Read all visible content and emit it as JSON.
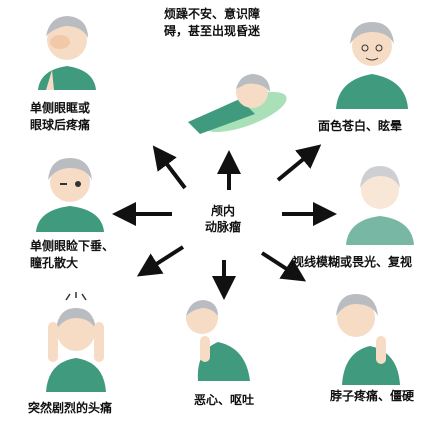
{
  "center": {
    "line1": "颅内",
    "line2": "动脉瘤"
  },
  "symptoms": {
    "top": {
      "line1": "烦躁不安、意识障",
      "line2": "碍，甚至出现昏迷"
    },
    "upper_left": {
      "line1": "单侧眼眶或",
      "line2": "眼球后疼痛"
    },
    "upper_right": {
      "line1": "面色苍白、眩晕"
    },
    "left": {
      "line1": "单侧眼睑下垂、",
      "line2": "瞳孔散大"
    },
    "right": {
      "line1": "视线模糊或畏光、复视"
    },
    "bottom_left": {
      "line1": "突然剧烈的头痛"
    },
    "bottom": {
      "line1": "恶心、呕吐"
    },
    "bottom_right": {
      "line1": "脖子疼痛、僵硬"
    }
  },
  "colors": {
    "shirt": "#3f9a7e",
    "hair": "#b9bcc0",
    "skin": "#f6dcc5",
    "arrow": "#111111",
    "pillow": "#a9e0b8"
  }
}
